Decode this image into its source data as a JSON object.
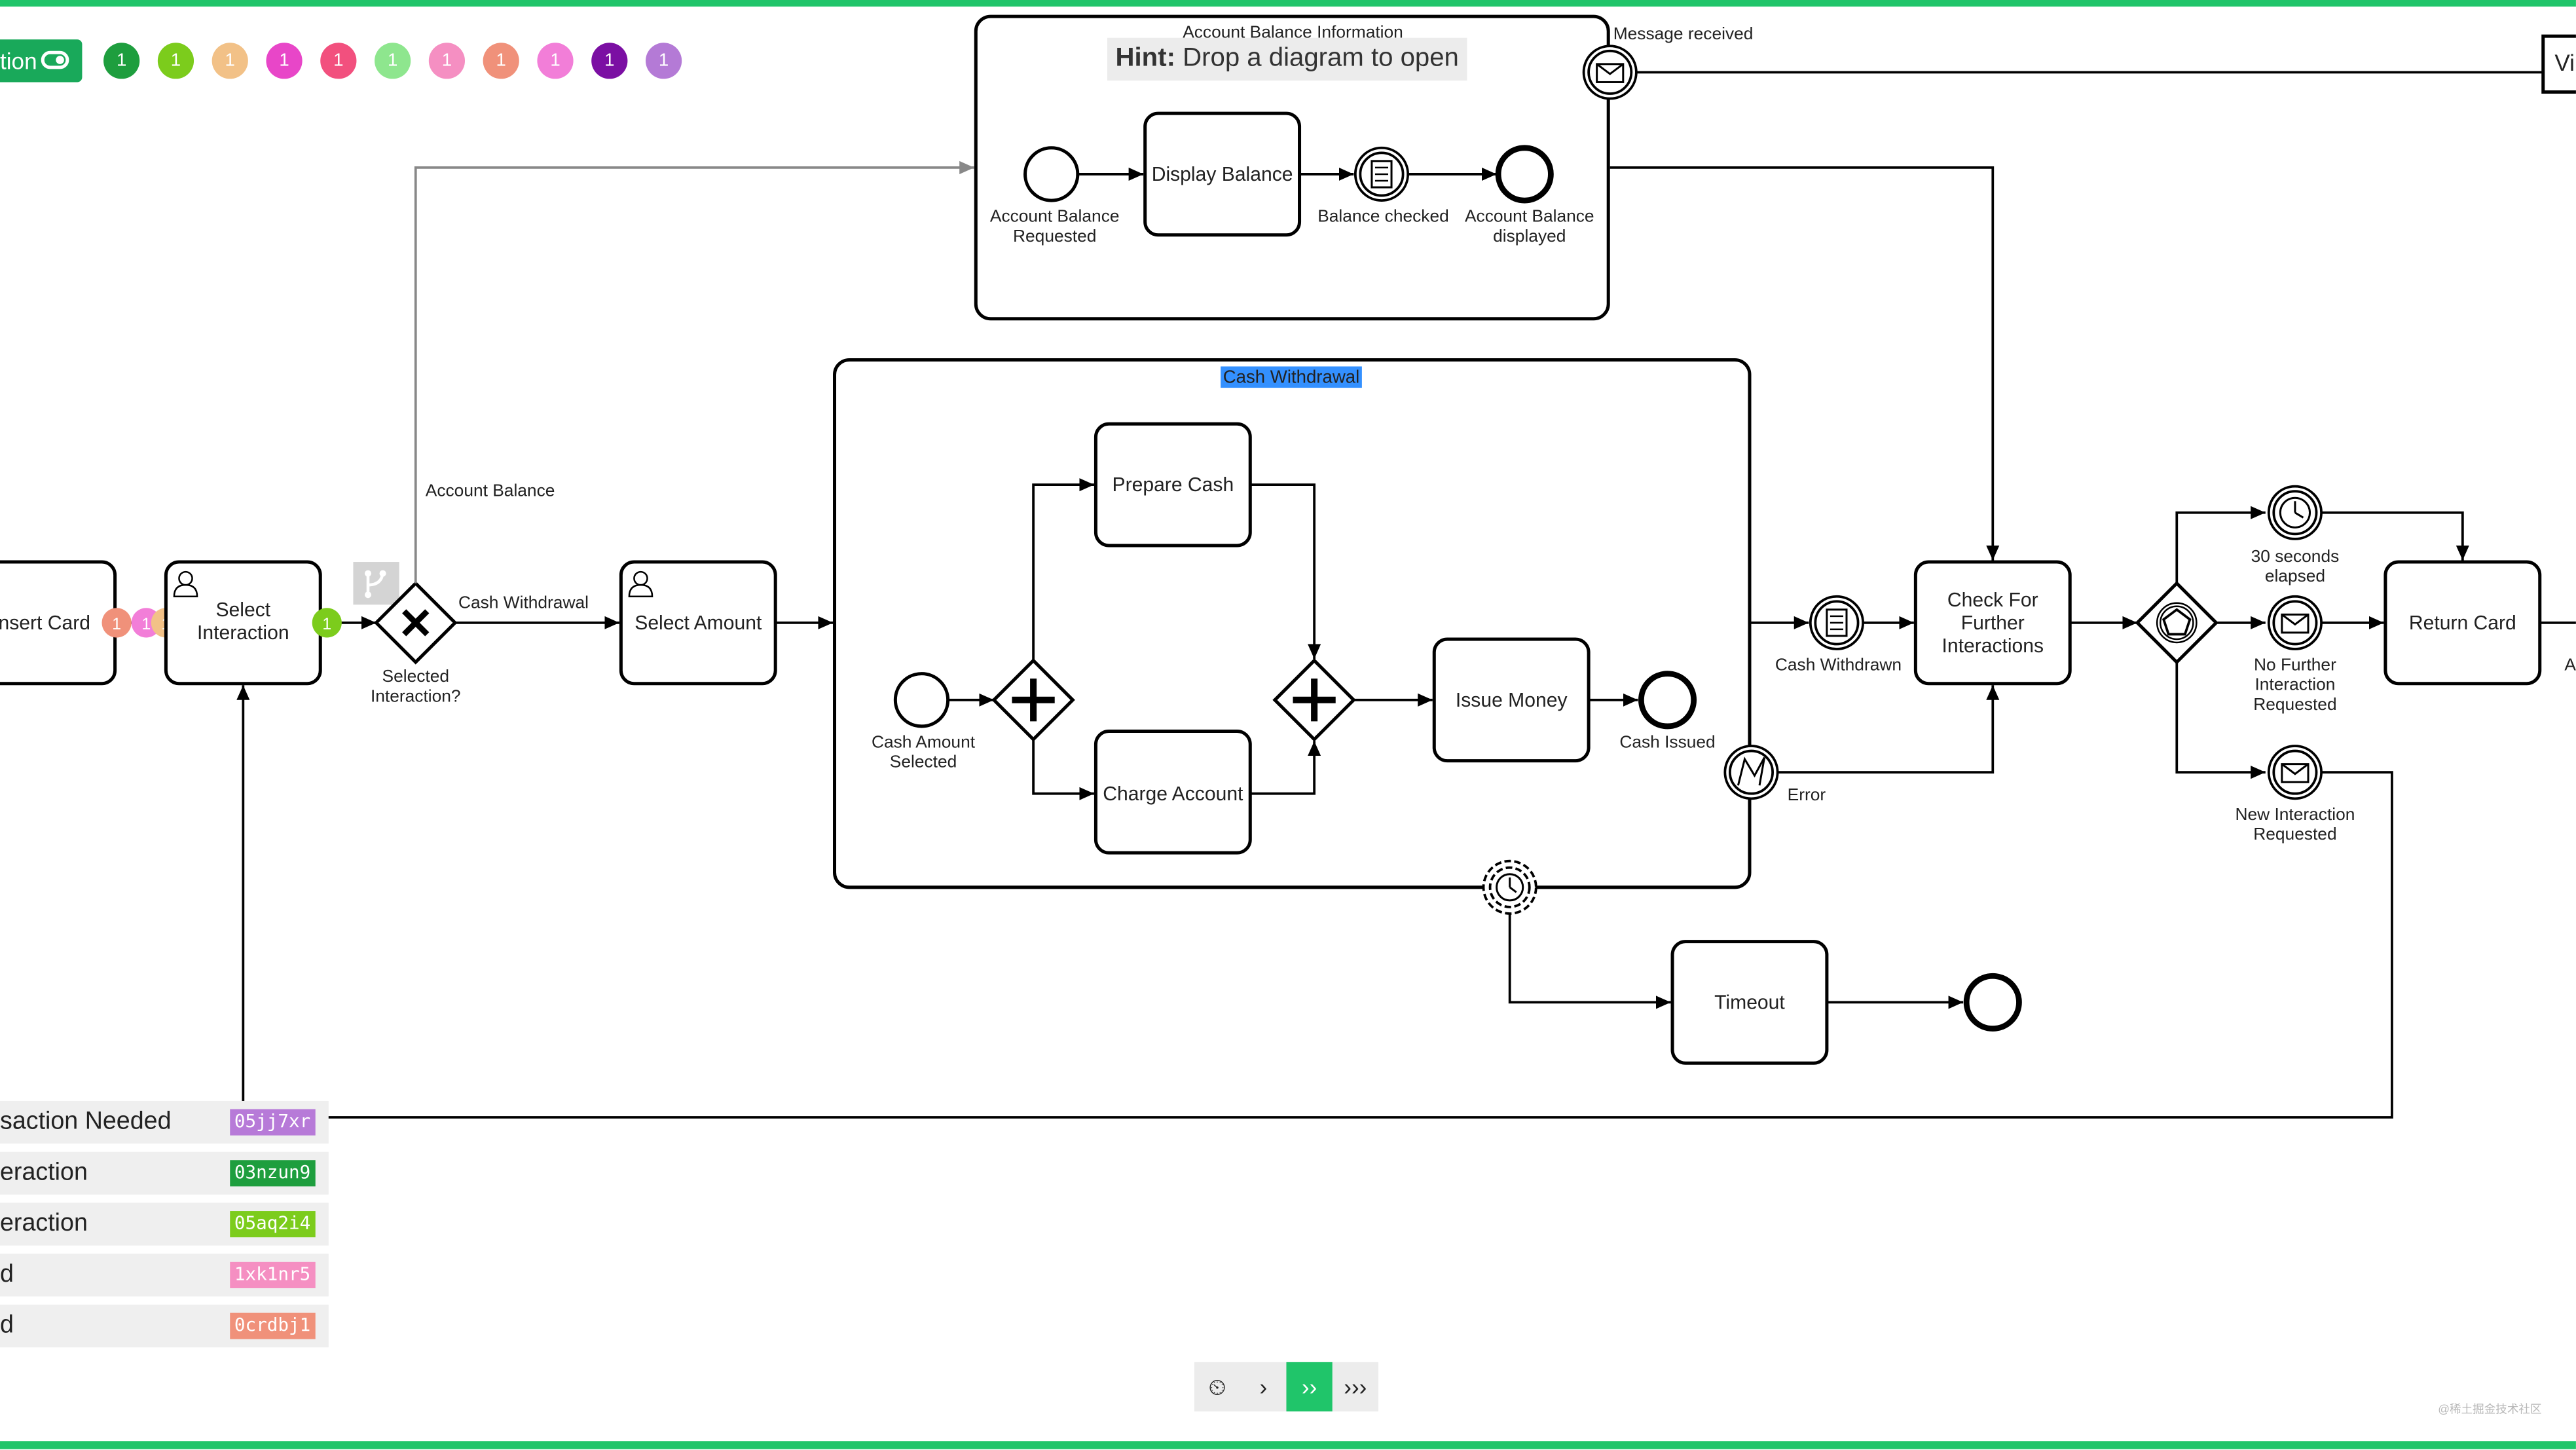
{
  "toggle": {
    "label": "tion"
  },
  "tokens": [
    {
      "count": "1",
      "color": "#1e9e3e"
    },
    {
      "count": "1",
      "color": "#7ccc1c"
    },
    {
      "count": "1",
      "color": "#f2c187"
    },
    {
      "count": "1",
      "color": "#e846c8"
    },
    {
      "count": "1",
      "color": "#f2507e"
    },
    {
      "count": "1",
      "color": "#8ee68e"
    },
    {
      "count": "1",
      "color": "#f58fc2"
    },
    {
      "count": "1",
      "color": "#f0917a"
    },
    {
      "count": "1",
      "color": "#f27ed8"
    },
    {
      "count": "1",
      "color": "#7b0fa3"
    },
    {
      "count": "1",
      "color": "#b47ad6"
    }
  ],
  "hint": {
    "prefix": "Hint:",
    "text": "Drop a diagram to open"
  },
  "labels": {
    "account_balance_information": "Account Balance Information",
    "message_received": "Message received",
    "vi": "Vi",
    "account_balance_requested_1": "Account Balance",
    "account_balance_requested_2": "Requested",
    "display_balance": "Display Balance",
    "balance_checked": "Balance checked",
    "account_balance_displayed_1": "Account Balance",
    "account_balance_displayed_2": "displayed",
    "cash_withdrawal_title": "Cash Withdrawal",
    "account_balance_flow": "Account Balance",
    "insert_card": "nsert Card",
    "select_interaction_1": "Select",
    "select_interaction_2": "Interaction",
    "cash_withdrawal_flow": "Cash Withdrawal",
    "selected_interaction_1": "Selected",
    "selected_interaction_2": "Interaction?",
    "select_amount": "Select Amount",
    "prepare_cash": "Prepare Cash",
    "charge_account": "Charge Account",
    "cash_amount_selected_1": "Cash Amount",
    "cash_amount_selected_2": "Selected",
    "issue_money": "Issue Money",
    "cash_issued": "Cash Issued",
    "error": "Error",
    "cash_withdrawn": "Cash Withdrawn",
    "check_further_1": "Check For",
    "check_further_2": "Further",
    "check_further_3": "Interactions",
    "thirty_seconds_1": "30 seconds",
    "thirty_seconds_2": "elapsed",
    "no_further_1": "No Further",
    "no_further_2": "Interaction",
    "no_further_3": "Requested",
    "new_interaction_1": "New Interaction",
    "new_interaction_2": "Requested",
    "return_card": "Return Card",
    "a_cut": "A",
    "timeout": "Timeout"
  },
  "instance_badges": {
    "insert_card": [
      "1",
      "1",
      "1"
    ],
    "gateway": "1"
  },
  "rows": [
    {
      "name": "saction Needed",
      "id": "05jj7xr",
      "color": "#b77ad8"
    },
    {
      "name": "eraction",
      "id": "03nzun9",
      "color": "#1e9e3e"
    },
    {
      "name": "eraction",
      "id": "05aq2i4",
      "color": "#7ccc1c"
    },
    {
      "name": "d",
      "id": "1xk1nr5",
      "color": "#f58fc2"
    },
    {
      "name": "d",
      "id": "0crdbj1",
      "color": "#f0917a"
    }
  ],
  "controls": [
    {
      "icon": "speedometer-icon",
      "glyph": "⏲"
    },
    {
      "icon": "play-icon",
      "glyph": "›"
    },
    {
      "icon": "fast-forward-icon",
      "glyph": "››"
    },
    {
      "icon": "fastest-forward-icon",
      "glyph": "›››"
    }
  ],
  "watermark": "@稀土掘金技术社区"
}
